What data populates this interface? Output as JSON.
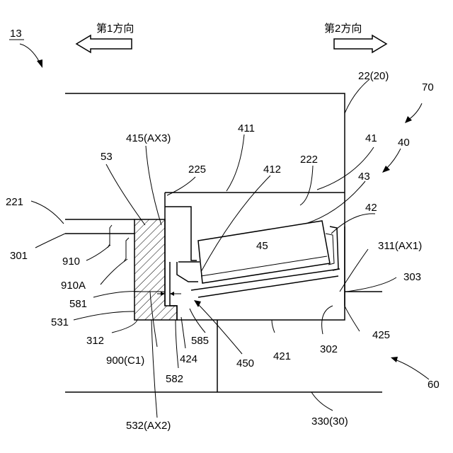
{
  "figure_label": "13",
  "direction_left": "第1方向",
  "direction_right": "第2方向",
  "labels": {
    "l_22_20": "22(20)",
    "l_70": "70",
    "l_40": "40",
    "l_411": "411",
    "l_41": "41",
    "l_415_ax3": "415(AX3)",
    "l_53": "53",
    "l_225": "225",
    "l_412": "412",
    "l_222": "222",
    "l_43": "43",
    "l_42": "42",
    "l_221": "221",
    "l_45": "45",
    "l_311_ax1": "311(AX1)",
    "l_301": "301",
    "l_910": "910",
    "l_303": "303",
    "l_910a": "910A",
    "l_581": "581",
    "l_531": "531",
    "l_425": "425",
    "l_312": "312",
    "l_585": "585",
    "l_302": "302",
    "l_900_c1": "900(C1)",
    "l_424": "424",
    "l_450": "450",
    "l_421": "421",
    "l_60": "60",
    "l_582": "582",
    "l_532_ax2": "532(AX2)",
    "l_330_30": "330(30)"
  }
}
